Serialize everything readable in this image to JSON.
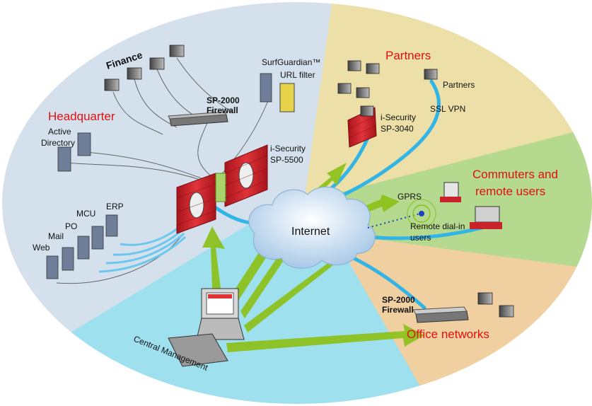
{
  "zones": {
    "headquarter": {
      "label": "Headquarter",
      "color": "#d4e1ec"
    },
    "partners": {
      "label": "Partners",
      "color": "#ecdfa8"
    },
    "commuters": {
      "label_line1": "Commuters and",
      "label_line2": "remote users",
      "color": "#b5d98e"
    },
    "office": {
      "label": "Office networks",
      "color": "#f0cfa0"
    },
    "management": {
      "label": "Central Management",
      "color": "#9fe0ee"
    }
  },
  "labels": {
    "finance": "Finance",
    "surfguardian_line1": "SurfGuardian™",
    "surfguardian_line2": "URL filter",
    "sp2000_hq_line1": "SP-2000",
    "sp2000_hq_line2": "Firewall",
    "active_directory_line1": "Active",
    "active_directory_line2": "Directory",
    "isec5500_line1": "i-Security",
    "isec5500_line2": "SP-5500",
    "erp": "ERP",
    "mcu": "MCU",
    "po": "PO",
    "mail": "Mail",
    "web": "Web",
    "internet": "Internet",
    "isec3040_line1": "i-Security",
    "isec3040_line2": "SP-3040",
    "partners_pc": "Partners",
    "ssl_vpn": "SSL VPN",
    "gprs": "GPRS",
    "remote_dialin_line1": "Remote dial-in",
    "remote_dialin_line2": "users",
    "sp2000_office_line1": "SP-2000",
    "sp2000_office_line2": "Firewall"
  },
  "colors": {
    "link_blue": "#32b4e6",
    "arrow_green": "#8dc21f",
    "firewall_red": "#c8222a",
    "cloud": "#cfe3f5"
  }
}
